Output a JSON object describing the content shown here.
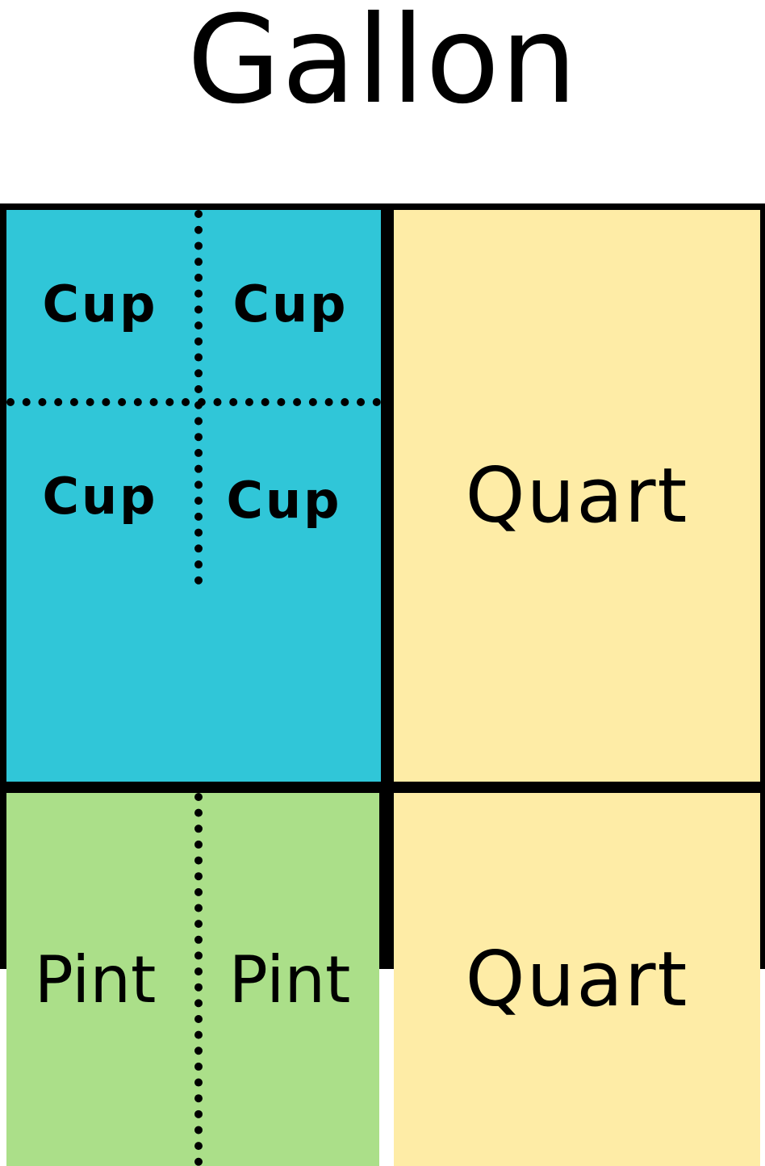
{
  "title": "Gallon",
  "colors": {
    "cup": "#30c6d8",
    "pint": "#abdf89",
    "quart": "#feeca6",
    "border": "#000000",
    "background": "#ffffff"
  },
  "gallon": {
    "cups": [
      "Cup",
      "Cup",
      "Cup",
      "Cup"
    ],
    "pints": [
      "Pint",
      "Pint"
    ],
    "quarts": [
      "Quart",
      "Quart"
    ]
  }
}
